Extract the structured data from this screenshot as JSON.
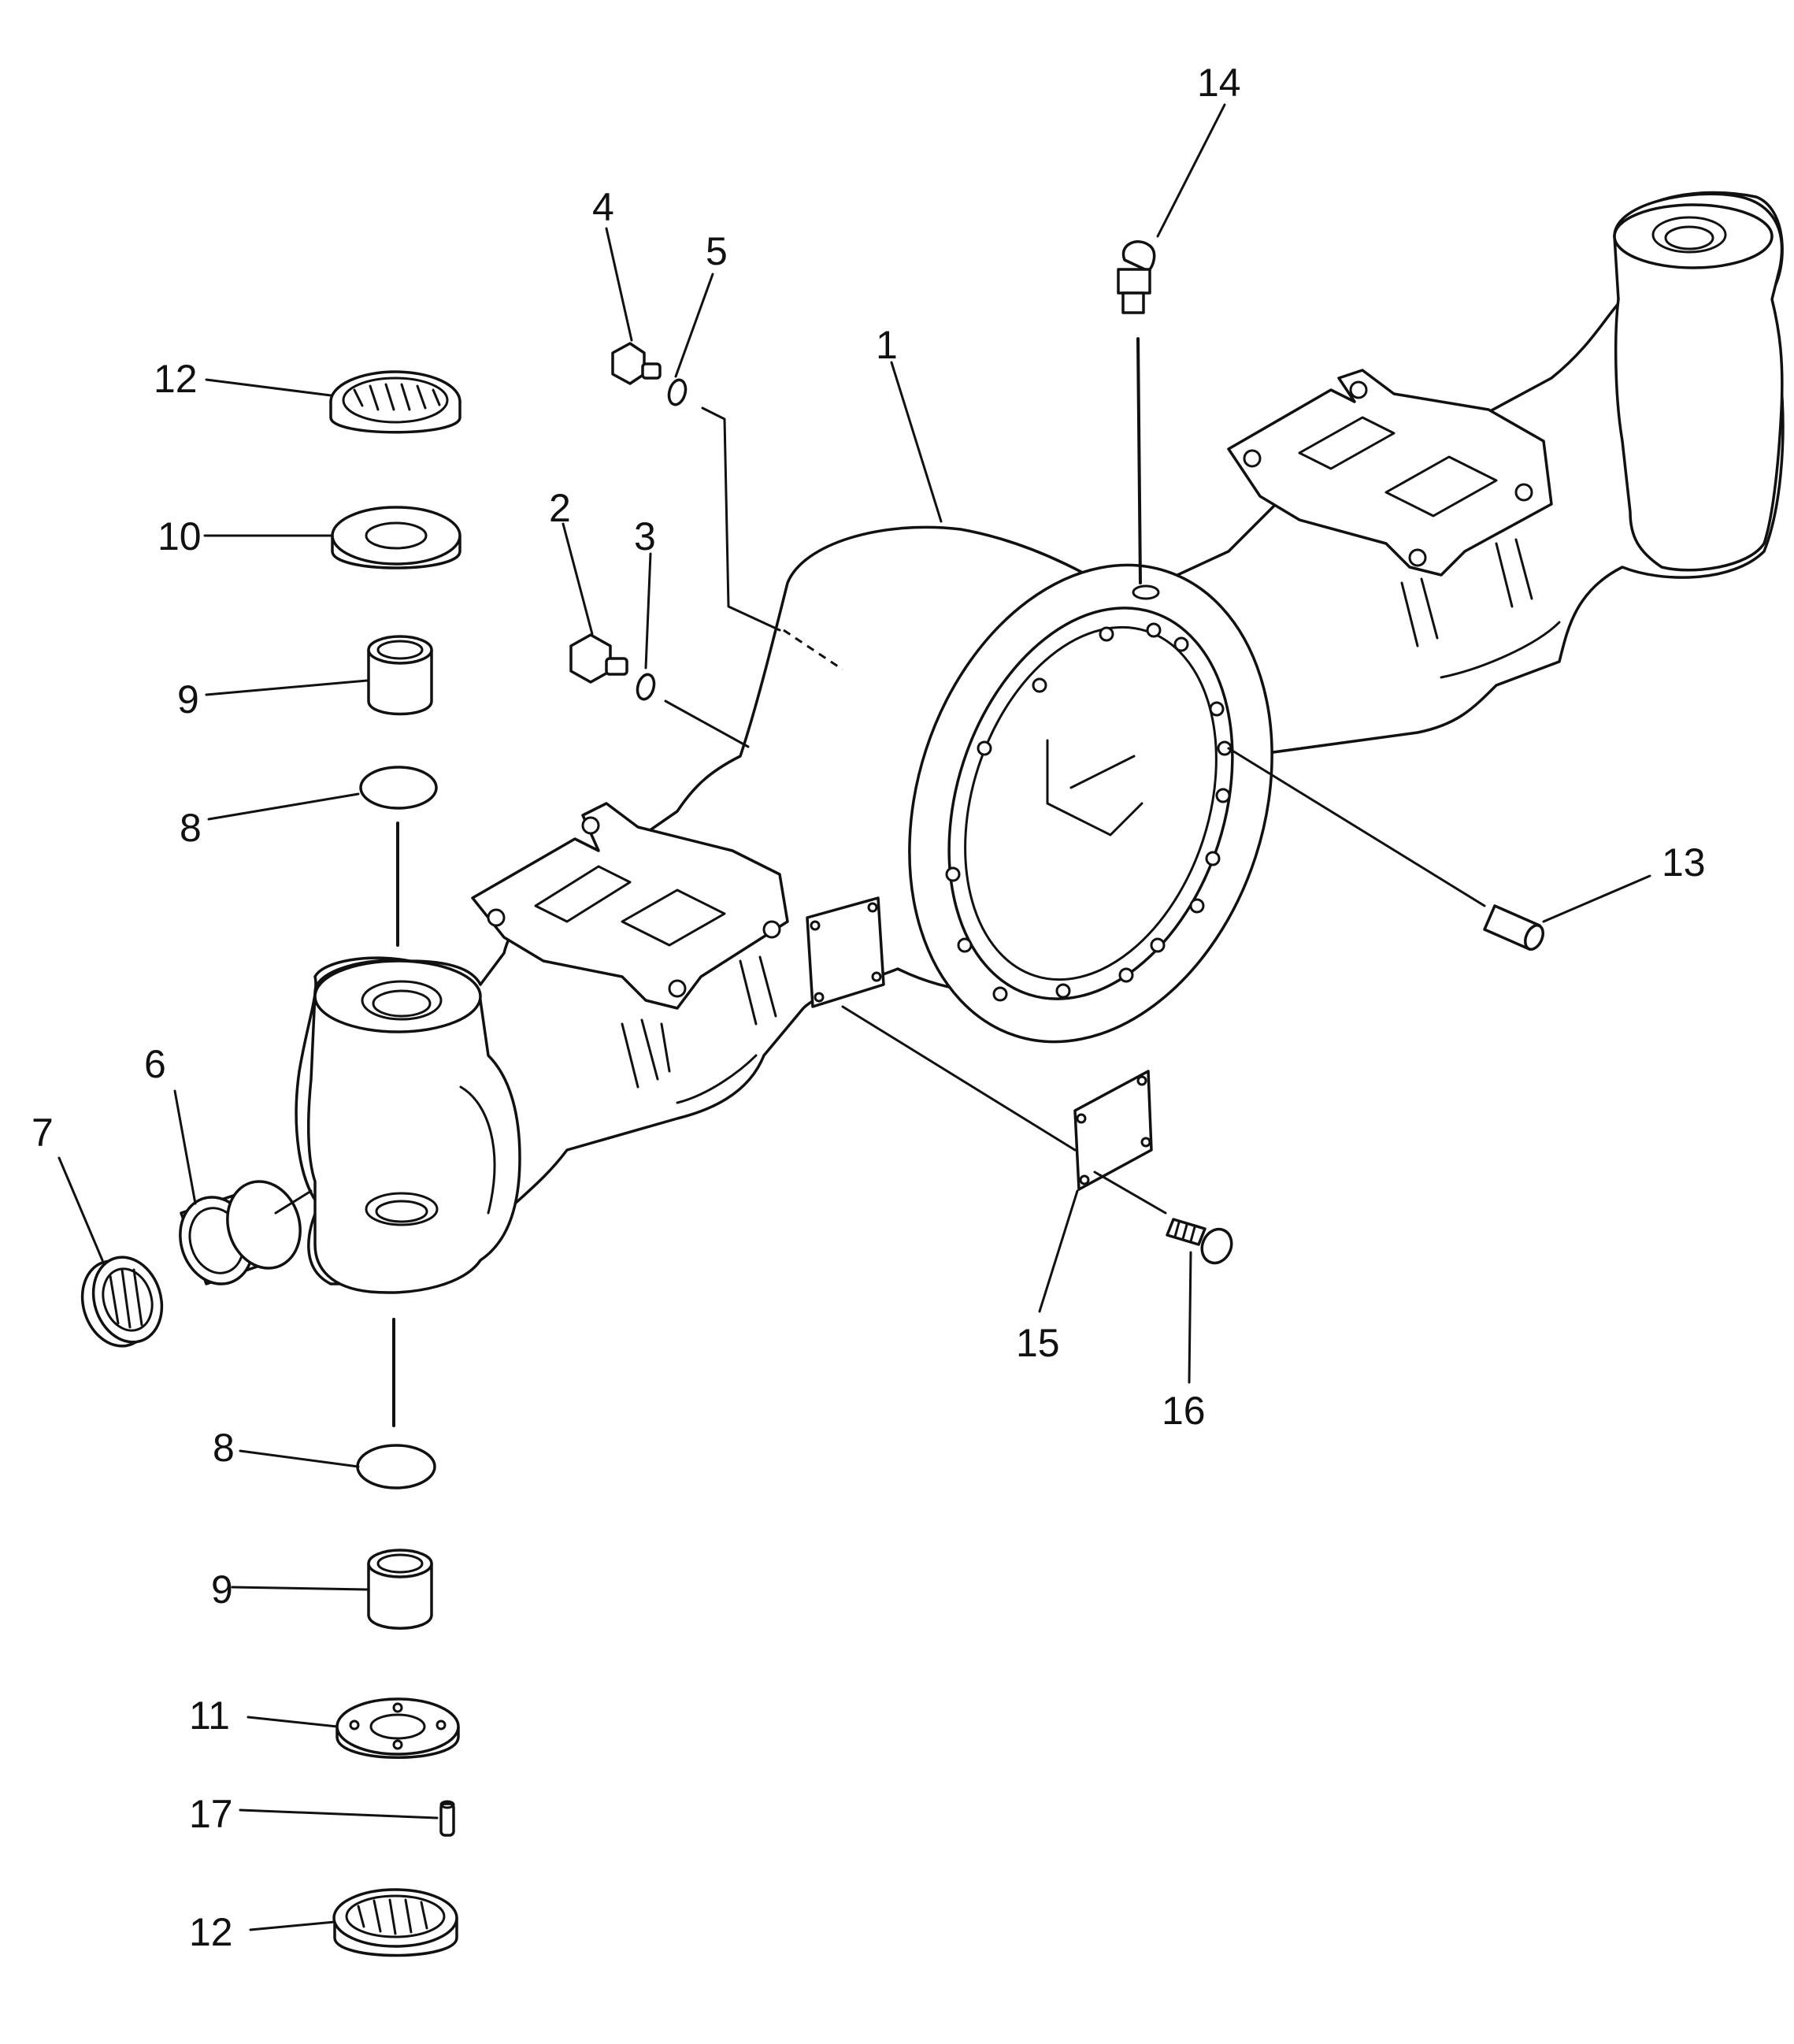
{
  "diagram": {
    "callouts": [
      {
        "id": "1",
        "text": "1"
      },
      {
        "id": "2",
        "text": "2"
      },
      {
        "id": "3",
        "text": "3"
      },
      {
        "id": "4",
        "text": "4"
      },
      {
        "id": "5",
        "text": "5"
      },
      {
        "id": "6",
        "text": "6"
      },
      {
        "id": "7",
        "text": "7"
      },
      {
        "id": "8a",
        "text": "8"
      },
      {
        "id": "8b",
        "text": "8"
      },
      {
        "id": "9a",
        "text": "9"
      },
      {
        "id": "9b",
        "text": "9"
      },
      {
        "id": "10",
        "text": "10"
      },
      {
        "id": "11",
        "text": "11"
      },
      {
        "id": "12a",
        "text": "12"
      },
      {
        "id": "12b",
        "text": "12"
      },
      {
        "id": "13",
        "text": "13"
      },
      {
        "id": "14",
        "text": "14"
      },
      {
        "id": "15",
        "text": "15"
      },
      {
        "id": "16",
        "text": "16"
      },
      {
        "id": "17",
        "text": "17"
      }
    ]
  }
}
